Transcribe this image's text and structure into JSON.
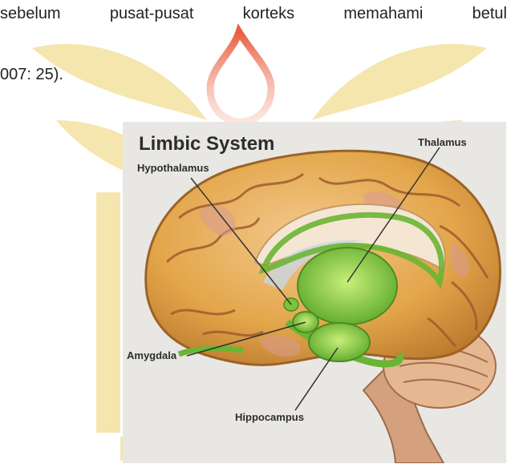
{
  "document": {
    "line1_words": [
      "sebelum",
      "pusat-pusat",
      "korteks",
      "memahami",
      "betul"
    ],
    "line2": "007: 25)."
  },
  "figure": {
    "title": "Limbic System",
    "labels": {
      "thalamus": "Thalamus",
      "hypothalamus": "Hypothalamus",
      "amygdala": "Amygdala",
      "hippocampus": "Hippocampus"
    }
  },
  "colors": {
    "watermark_yellow": "#f3e2a0",
    "watermark_red": "#e84b2a",
    "brain_tan": "#e3a64a",
    "brain_pink": "#d99a92",
    "limbic_green": "#7ac43a",
    "background_grey": "#e9e7e4"
  }
}
